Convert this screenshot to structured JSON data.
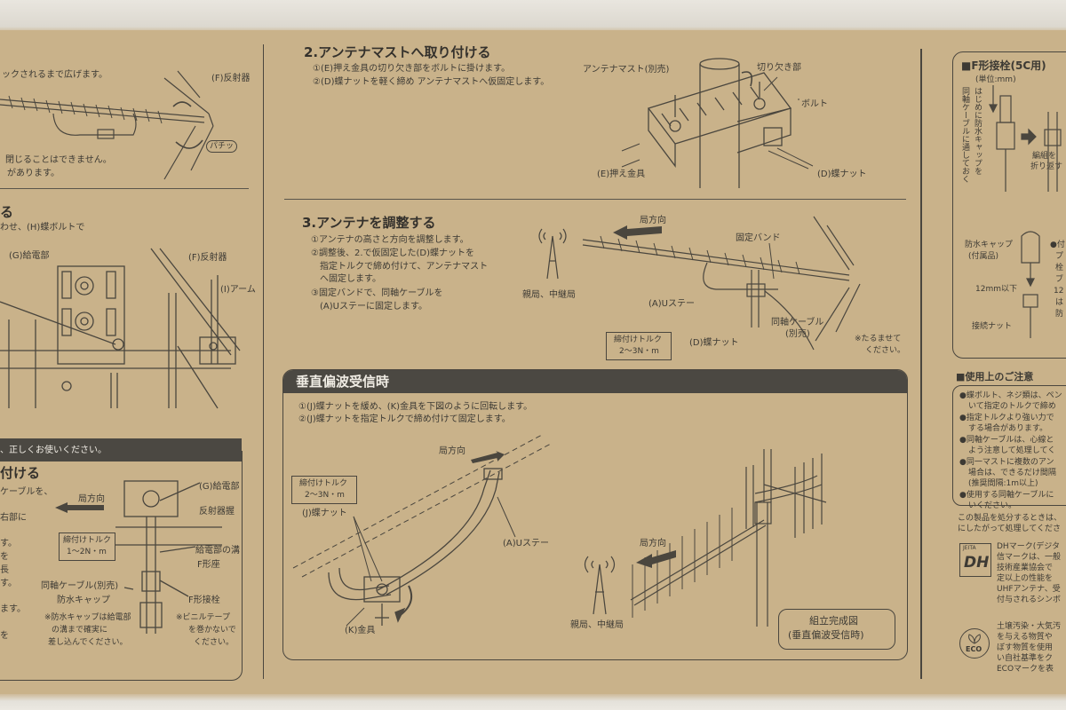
{
  "left_column": {
    "frag_1": "ックされるまで広げます。",
    "frag_2": "閉じることはできません。",
    "frag_3": "があります。",
    "reflector_top": "(F)反射器",
    "click_sound": "パチッ",
    "frag_4": "る",
    "frag_5": "わせ、(H)蝶ボルトで",
    "feed_label": "(G)給電部",
    "reflector_mid": "(F)反射器",
    "arm_label": "(I)アーム",
    "band_text": "、正しくお使いください。",
    "section_heading": "付ける",
    "frag_6": "ケーブルを、",
    "frag_7": "右部に",
    "frag_8": "す。",
    "frag_9": "を",
    "frag_10": "長",
    "frag_11": "す。",
    "frag_12": "ます。",
    "frag_13": "を",
    "direction": "局方向",
    "torque_title": "締付けトルク",
    "torque_value": "1〜2N・m",
    "feed_label_2": "(G)給電部",
    "reflector_holder": "反射器握",
    "feed_groove": "給電部の溝",
    "f_seat": "F形座",
    "coax": "同軸ケーブル(別売)",
    "f_conn": "F形接栓",
    "waterproof_cap": "防水キャップ",
    "note_1": "※防水キャップは給電部",
    "note_2": "の溝まで確実に",
    "note_3": "差し込んでください。",
    "vinyl_1": "※ビニルテープ",
    "vinyl_2": "を巻かないで",
    "vinyl_3": "ください。"
  },
  "step2": {
    "title": "2.アンテナマストへ取り付ける",
    "line1": "①(E)押え金具の切り欠き部をボルトに掛けます。",
    "line2": "②(D)蝶ナットを軽く締め アンテナマストへ仮固定します。",
    "mast": "アンテナマスト(別売)",
    "notch": "切り欠き部",
    "bolt": "ボルト",
    "clamp": "(E)押え金具",
    "wing_nut": "(D)蝶ナット"
  },
  "step3": {
    "title": "3.アンテナを調整する",
    "line1": "①アンテナの高さと方向を調整します。",
    "line2a": "②調整後、2.で仮固定した(D)蝶ナットを",
    "line2b": "指定トルクで締め付けて、アンテナマスト",
    "line2c": "へ固定します。",
    "line3a": "③固定バンドで、同軸ケーブルを",
    "line3b": "(A)Uステーに固定します。",
    "station": "親局、中継局",
    "direction": "局方向",
    "band": "固定バンド",
    "u_stay": "(A)Uステー",
    "coax_1": "同軸ケーブル",
    "coax_2": "(別売)",
    "wing_nut": "(D)蝶ナット",
    "torque_title": "締付けトルク",
    "torque_value": "2〜3N・m",
    "sag_1": "※たるませて",
    "sag_2": "ください。"
  },
  "vertical": {
    "title": "垂直偏波受信時",
    "line1": "①(J)蝶ナットを緩め、(K)金具を下図のように回転します。",
    "line2": "②(J)蝶ナットを指定トルクで締め付けて固定します。",
    "direction": "局方向",
    "torque_title": "締付けトルク",
    "torque_value": "2〜3N・m",
    "j_nut": "(J)蝶ナット",
    "u_stay": "(A)Uステー",
    "k_fit": "(K)金具",
    "station": "親局、中継局",
    "direction_2": "局方向",
    "complete_1": "組立完成図",
    "complete_2": "(垂直偏波受信時)"
  },
  "right_column": {
    "f_title": "■F形接栓(5C用)",
    "unit": "(単位:mm)",
    "vert_a": "同軸ケーブルに通しておく",
    "vert_b": "はじめに防水キャップを",
    "braid_1": "編組を",
    "braid_2": "折り返す",
    "wp_cap": "防水キャップ",
    "wp_cap_2": "(付属品)",
    "len": "12mm以下",
    "conn_nut": "接続ナット",
    "side_1": "●付",
    "side_2": "プ",
    "side_3": "栓",
    "side_4": "ブ",
    "side_5": "12",
    "side_6": "は",
    "side_7": "防",
    "usage_title": "■使用上のご注意",
    "u1": "●蝶ボルト、ネジ類は、ペン",
    "u1b": "いて指定のトルクで締め",
    "u2": "●指定トルクより強い力で",
    "u2b": "する場合があります。",
    "u3": "●同軸ケーブルは、心線と",
    "u3b": "よう注意して処理してく",
    "u4": "●同一マストに複数のアン",
    "u4b": "場合は、できるだけ間隔",
    "u4c": "(推奨間隔:1m以上)",
    "u5": "●使用する同軸ケーブルに",
    "u5b": "いください。",
    "disposal_1": "この製品を処分するときは、",
    "disposal_2": "にしたがって処理してくださ",
    "dh_logo": "DH",
    "dh_badge": "JEITA",
    "dh_1": "DHマーク(デジタ",
    "dh_2": "信マークは、一般",
    "dh_3": "技術産業協会で",
    "dh_4": "定以上の性能を",
    "dh_5": "UHFアンテナ、受",
    "dh_6": "付与されるシンボ",
    "eco_logo": "ECO",
    "eco_1": "土壌汚染・大気汚",
    "eco_2": "を与える物質や",
    "eco_3": "ぼす物質を使用",
    "eco_4": "い自社基準をク",
    "eco_5": "ECOマークを表"
  }
}
